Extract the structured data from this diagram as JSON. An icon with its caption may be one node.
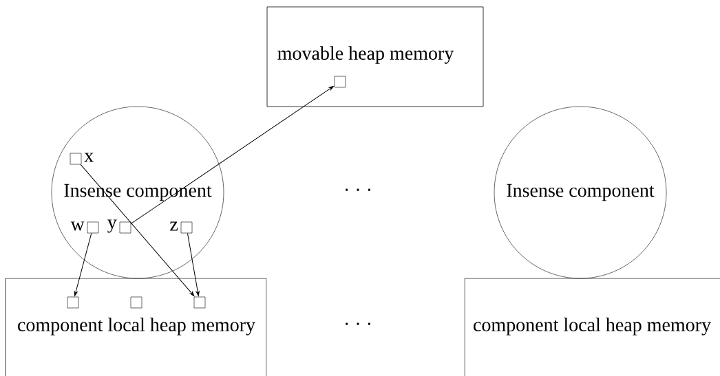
{
  "diagram": {
    "nodes": [
      {
        "text": [
          "movable heap memory"
        ]
      },
      {
        "text": [],
        "shape": "box",
        "in": 0
      },
      {
        "text": [
          "Insense component"
        ]
      },
      {
        "text": [],
        "shape": "box",
        "in": 2,
        "beside": [
          "x"
        ]
      },
      {
        "text": [],
        "shape": "box",
        "in": 2,
        "beside": [
          "w"
        ]
      },
      {
        "text": [],
        "shape": "box",
        "in": 2,
        "beside": [
          "y"
        ]
      },
      {
        "text": [],
        "shape": "box",
        "in": 2,
        "beside": [
          "z"
        ]
      },
      {
        "text": [
          "Insense component"
        ]
      },
      {
        "text": [
          "component local heap memory"
        ]
      },
      {
        "text": [],
        "shape": "box",
        "in": 8
      },
      {
        "text": [],
        "shape": "box",
        "in": 8
      },
      {
        "text": [],
        "shape": "box",
        "in": 8
      },
      {
        "text": [
          "component local heap memory"
        ]
      }
    ],
    "edges": [
      {
        "from": 3,
        "to": 11,
        "arrow": "to"
      },
      {
        "from": 5,
        "to": 1,
        "arrow": "to"
      },
      {
        "from": 4,
        "to": 9,
        "arrow": "to"
      },
      {
        "from": 6,
        "to": 11,
        "arrow": "to"
      }
    ],
    "labels": [
      "· · ·",
      "· · ·"
    ]
  }
}
